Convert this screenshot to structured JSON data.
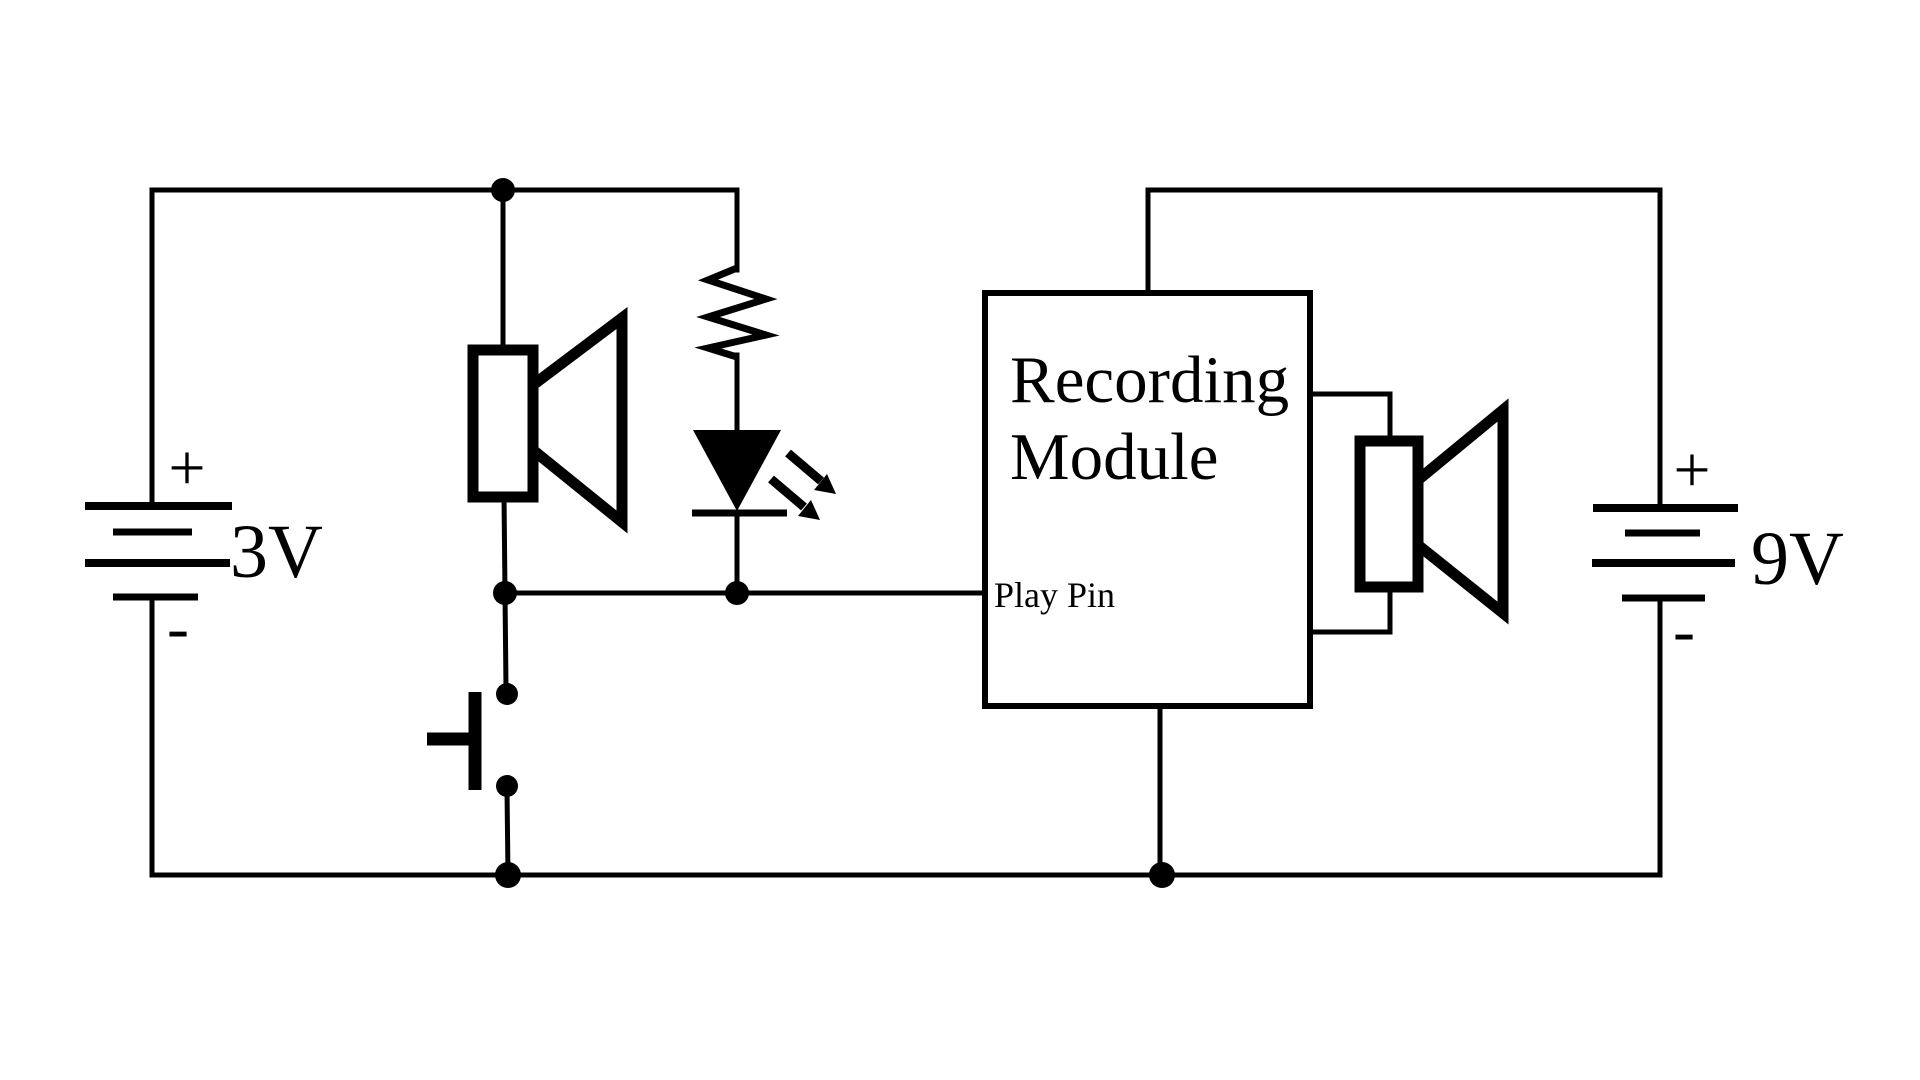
{
  "diagram": {
    "background": "#ffffff",
    "line_color": "#000000",
    "left_battery": {
      "voltage": "3V",
      "plus": "+",
      "minus": "-"
    },
    "right_battery": {
      "voltage": "9V",
      "plus": "+",
      "minus": "-"
    },
    "recording_module": {
      "name_line1": "Recording",
      "name_line2": "Module",
      "pin_label": "Play Pin"
    },
    "icons": {
      "left_speaker": "speaker-icon",
      "right_speaker": "speaker-icon",
      "resistor": "resistor-icon",
      "led": "led-icon",
      "push_button": "push-button-switch-icon",
      "left_battery": "battery-icon",
      "right_battery": "battery-icon"
    }
  }
}
